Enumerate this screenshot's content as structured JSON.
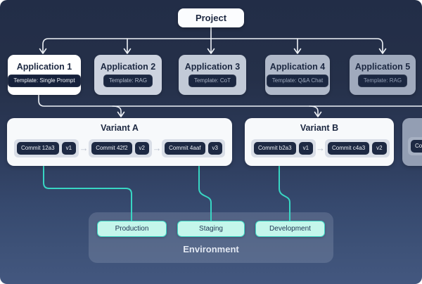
{
  "project": {
    "label": "Project"
  },
  "applications": [
    {
      "label": "Application 1",
      "template": "Template: Single Prompt"
    },
    {
      "label": "Application 2",
      "template": "Template: RAG"
    },
    {
      "label": "Application 3",
      "template": "Template: CoT"
    },
    {
      "label": "Application 4",
      "template": "Template: Q&A Chat"
    },
    {
      "label": "Application 5",
      "template": "Template: RAG"
    }
  ],
  "variants": [
    {
      "label": "Variant A",
      "commits": [
        {
          "commit": "Commit 12a3",
          "version": "v1"
        },
        {
          "commit": "Commit 42f2",
          "version": "v2"
        },
        {
          "commit": "Commit 4aaf",
          "version": "v3"
        }
      ]
    },
    {
      "label": "Variant B",
      "commits": [
        {
          "commit": "Commit b2a3",
          "version": "v1"
        },
        {
          "commit": "Commit c4a3",
          "version": "v2"
        }
      ]
    },
    {
      "label": "",
      "partial": true,
      "commits": [
        {
          "commit": "Commit",
          "version": ""
        }
      ]
    }
  ],
  "environment": {
    "label": "Environment",
    "items": [
      "Production",
      "Staging",
      "Development"
    ]
  },
  "ui": {
    "arrow_glyph": "→"
  },
  "colors": {
    "accent_teal": "#38d6c3",
    "pill_mint": "#c4f6eb",
    "node_dark": "#1d2943",
    "card_white": "#f7f9fb",
    "background_top": "#222d47",
    "background_bottom": "#43577f",
    "connector_white": "#eef2f7"
  }
}
